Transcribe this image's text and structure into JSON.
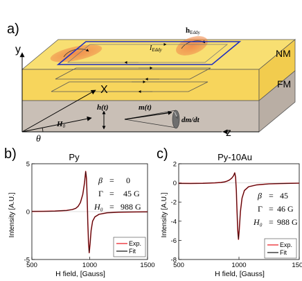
{
  "panel_a": {
    "label": "a)",
    "axes": {
      "y": "y",
      "x": "X",
      "z": "z",
      "theta": "θ"
    },
    "layers": {
      "top": "NM",
      "bottom": "FM"
    },
    "eddy_field": {
      "main": "h",
      "sub": "Eddy"
    },
    "eddy_current": {
      "main": "I",
      "sub": "Eddy"
    },
    "vectors": {
      "h": "h(t)",
      "m": "m(t)",
      "dm": "dm/dt",
      "H0_main": "H",
      "H0_sub": "0"
    },
    "colors": {
      "nm_layer": "#f7d55c",
      "fm_layer": "#c8bdb4",
      "loop": "#1f2fbf",
      "eddy_blob": "#f08a4b"
    }
  },
  "panel_b": {
    "label": "b)"
  },
  "panel_c": {
    "label": "c)"
  },
  "chart_data": [
    {
      "type": "line",
      "title": "Py",
      "xlabel": "H field, [Gauss]",
      "ylabel": "Intensity [A.U.]",
      "xlim": [
        500,
        1500
      ],
      "ylim": [
        -5,
        5
      ],
      "xticks": [
        "500",
        "1000",
        "1500"
      ],
      "yticks": [
        "5",
        "0",
        "-5"
      ],
      "params": [
        {
          "name": "β",
          "eq": "=",
          "value": "0"
        },
        {
          "name": "Γ",
          "eq": "=",
          "value": "45 G"
        },
        {
          "name": "H₀",
          "eq": "=",
          "value": "988 G"
        }
      ],
      "legend": {
        "placement": "bottom-right",
        "entries": [
          "Exp.",
          "Fit"
        ]
      },
      "series": [
        {
          "name": "Exp.",
          "color": "#e8141c",
          "x": [
            500,
            600,
            700,
            800,
            850,
            880,
            900,
            920,
            940,
            955,
            965,
            972,
            978,
            984,
            990,
            996,
            1003,
            1012,
            1025,
            1045,
            1080,
            1150,
            1250,
            1400,
            1500
          ],
          "y": [
            0.02,
            0.03,
            0.06,
            0.12,
            0.22,
            0.35,
            0.55,
            0.95,
            1.8,
            3.0,
            4.2,
            3.5,
            1.5,
            -1.2,
            -3.3,
            -4.3,
            -3.4,
            -2.0,
            -1.0,
            -0.55,
            -0.28,
            -0.12,
            -0.06,
            -0.03,
            -0.02
          ]
        },
        {
          "name": "Fit",
          "color": "#111111",
          "x": [
            500,
            600,
            700,
            800,
            850,
            880,
            900,
            920,
            940,
            955,
            965,
            972,
            978,
            984,
            990,
            996,
            1003,
            1012,
            1025,
            1045,
            1080,
            1150,
            1250,
            1400,
            1500
          ],
          "y": [
            0.02,
            0.03,
            0.06,
            0.12,
            0.22,
            0.35,
            0.55,
            0.95,
            1.8,
            3.0,
            4.2,
            3.5,
            1.5,
            -1.2,
            -3.3,
            -4.3,
            -3.4,
            -2.0,
            -1.0,
            -0.55,
            -0.28,
            -0.12,
            -0.06,
            -0.03,
            -0.02
          ]
        }
      ]
    },
    {
      "type": "line",
      "title": "Py-10Au",
      "xlabel": "H field, [Gauss]",
      "ylabel": "Intensity [A.U.]",
      "xlim": [
        500,
        1500
      ],
      "ylim": [
        -8,
        2
      ],
      "xticks": [
        "500",
        "1000",
        "1500"
      ],
      "yticks": [
        "2",
        "0",
        "-2",
        "-4",
        "-6",
        "-8"
      ],
      "params": [
        {
          "name": "β",
          "eq": "=",
          "value": "45"
        },
        {
          "name": "Γ",
          "eq": "=",
          "value": "46 G"
        },
        {
          "name": "H₀",
          "eq": "=",
          "value": "988 G"
        }
      ],
      "legend": {
        "placement": "bottom-right",
        "entries": [
          "Exp.",
          "Fit"
        ]
      },
      "series": [
        {
          "name": "Exp.",
          "color": "#e8141c",
          "x": [
            500,
            600,
            700,
            800,
            850,
            880,
            900,
            920,
            940,
            955,
            965,
            972,
            978,
            984,
            990,
            996,
            1003,
            1012,
            1025,
            1045,
            1080,
            1150,
            1250,
            1400,
            1500
          ],
          "y": [
            -0.05,
            -0.06,
            -0.04,
            0.0,
            0.05,
            0.1,
            0.18,
            0.3,
            0.5,
            0.75,
            1.05,
            0.6,
            -0.8,
            -3.0,
            -5.0,
            -5.9,
            -4.8,
            -3.0,
            -1.6,
            -0.8,
            -0.4,
            -0.2,
            -0.1,
            -0.05,
            -0.03
          ]
        },
        {
          "name": "Fit",
          "color": "#111111",
          "x": [
            500,
            600,
            700,
            800,
            850,
            880,
            900,
            920,
            940,
            955,
            965,
            972,
            978,
            984,
            990,
            996,
            1003,
            1012,
            1025,
            1045,
            1080,
            1150,
            1250,
            1400,
            1500
          ],
          "y": [
            -0.05,
            -0.06,
            -0.04,
            0.0,
            0.05,
            0.1,
            0.18,
            0.3,
            0.5,
            0.75,
            1.05,
            0.6,
            -0.8,
            -3.0,
            -5.0,
            -5.9,
            -4.8,
            -3.0,
            -1.6,
            -0.8,
            -0.4,
            -0.2,
            -0.1,
            -0.05,
            -0.03
          ]
        }
      ]
    }
  ]
}
